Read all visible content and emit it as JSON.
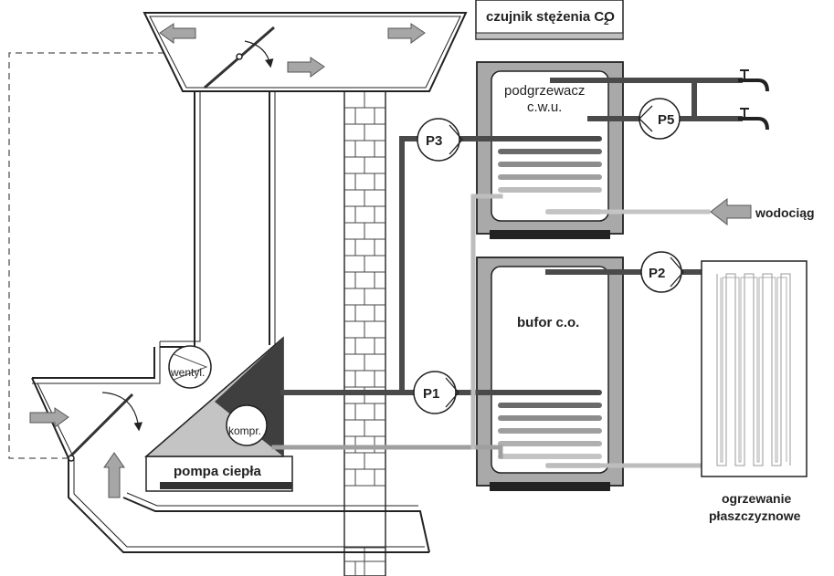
{
  "labels": {
    "co2_sensor": "czujnik stężenia CO",
    "co2_subscript": "2",
    "hot_water_tank_line1": "podgrzewacz",
    "hot_water_tank_line2": "c.w.u.",
    "buffer_tank": "bufor c.o.",
    "water_supply": "wodociąg",
    "heat_pump": "pompa ciepła",
    "fan": "wentyl.",
    "compressor": "kompr.",
    "surface_heating_line1": "ogrzewanie",
    "surface_heating_line2": "płaszczyznowe"
  },
  "pumps": {
    "p1": "P1",
    "p2": "P2",
    "p3": "P3",
    "p5": "P5"
  },
  "colors": {
    "dark_pipe": "#4a4a4a",
    "medium_pipe": "#8c8c8c",
    "light_pipe": "#bdbdbd",
    "tank_outer": "#a9a9a9",
    "arrow_fill": "#a6a6a6",
    "heat_pump_dark": "#3f3f3f",
    "heat_pump_light": "#c4c4c4"
  }
}
